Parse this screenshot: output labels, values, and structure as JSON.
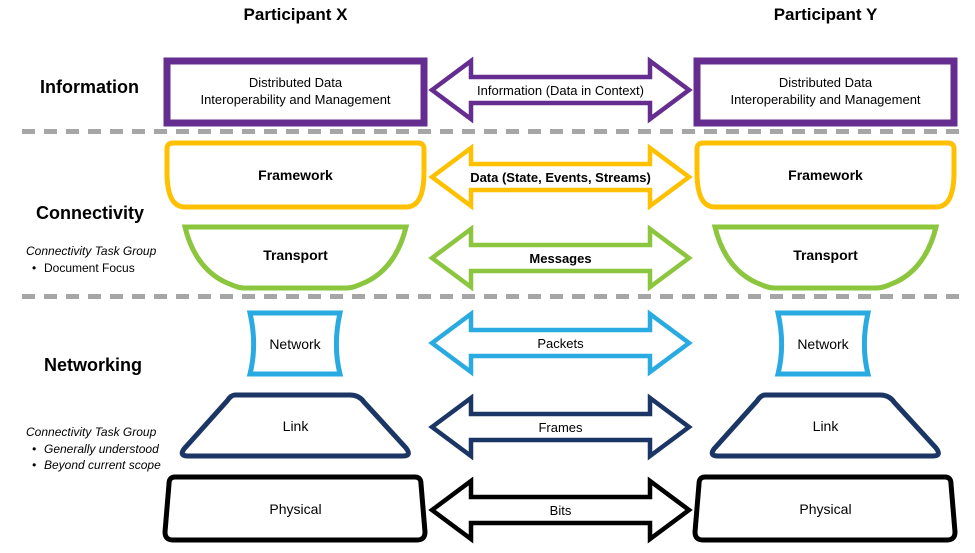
{
  "titles": {
    "participant_x": "Participant X",
    "participant_y": "Participant Y"
  },
  "sections": {
    "information": {
      "label": "Information"
    },
    "connectivity": {
      "label": "Connectivity",
      "note_title": "Connectivity Task Group",
      "bullets": [
        "Document Focus"
      ]
    },
    "networking": {
      "label": "Networking",
      "note_title": "Connectivity Task Group",
      "bullets": [
        "Generally understood",
        "Beyond current scope"
      ]
    }
  },
  "layers": {
    "information": {
      "box_line1": "Distributed Data",
      "box_line2": "Interoperability and Management",
      "arrow_label": "Information (Data in Context)",
      "color": "#662D91"
    },
    "framework": {
      "box_label": "Framework",
      "arrow_label": "Data (State, Events, Streams)",
      "color": "#FFC000"
    },
    "transport": {
      "box_label": "Transport",
      "arrow_label": "Messages",
      "color": "#8CC63F"
    },
    "network": {
      "box_label": "Network",
      "arrow_label": "Packets",
      "color": "#29ABE2"
    },
    "link": {
      "box_label": "Link",
      "arrow_label": "Frames",
      "color": "#1B3665"
    },
    "physical": {
      "box_label": "Physical",
      "arrow_label": "Bits",
      "color": "#000000"
    }
  },
  "divider_color": "#A6A6A6",
  "background_color": "#FFFFFF"
}
